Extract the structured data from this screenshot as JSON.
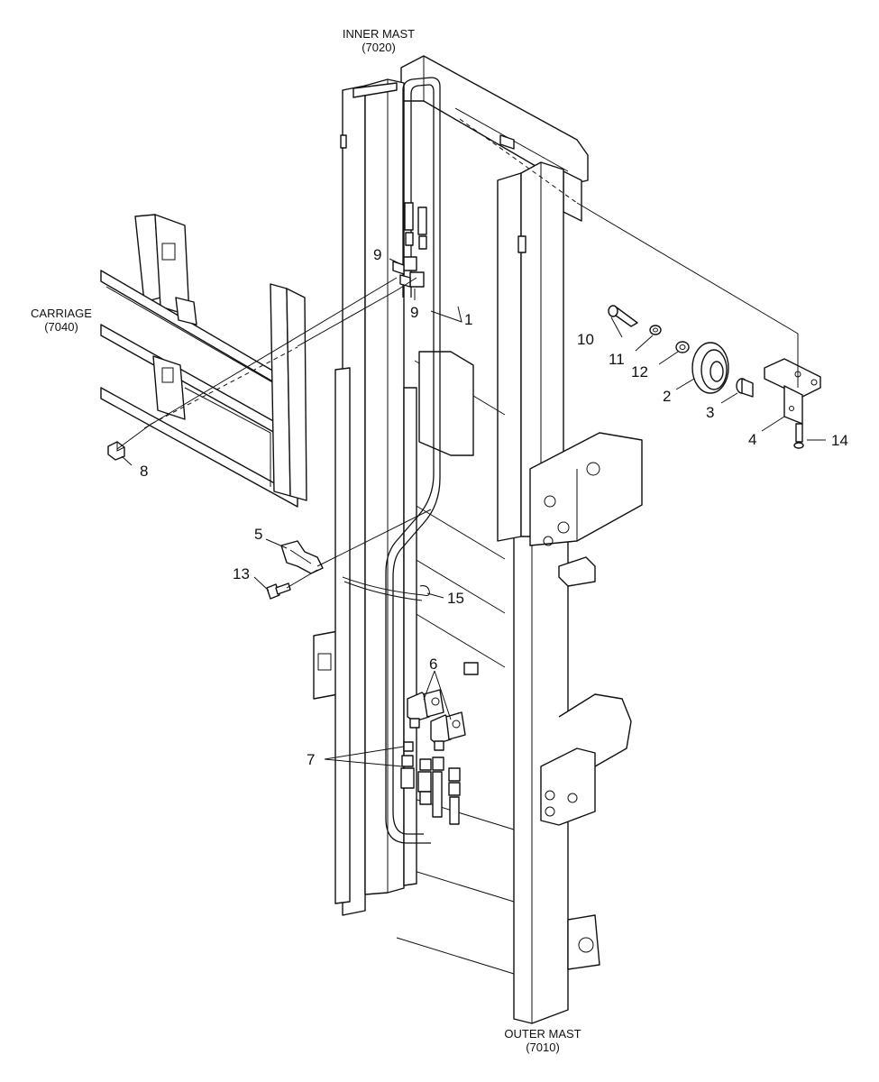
{
  "assemblies": {
    "inner_mast": {
      "name": "INNER MAST",
      "code": "(7020)"
    },
    "carriage": {
      "name": "CARRIAGE",
      "code": "(7040)"
    },
    "outer_mast": {
      "name": "OUTER MAST",
      "code": "(7010)"
    }
  },
  "callouts": {
    "c1": "1",
    "c2": "2",
    "c3": "3",
    "c4": "4",
    "c5": "5",
    "c6": "6",
    "c7": "7",
    "c8": "8",
    "c9a": "9",
    "c9b": "9",
    "c10": "10",
    "c11": "11",
    "c12": "12",
    "c13": "13",
    "c14": "14",
    "c15": "15"
  }
}
